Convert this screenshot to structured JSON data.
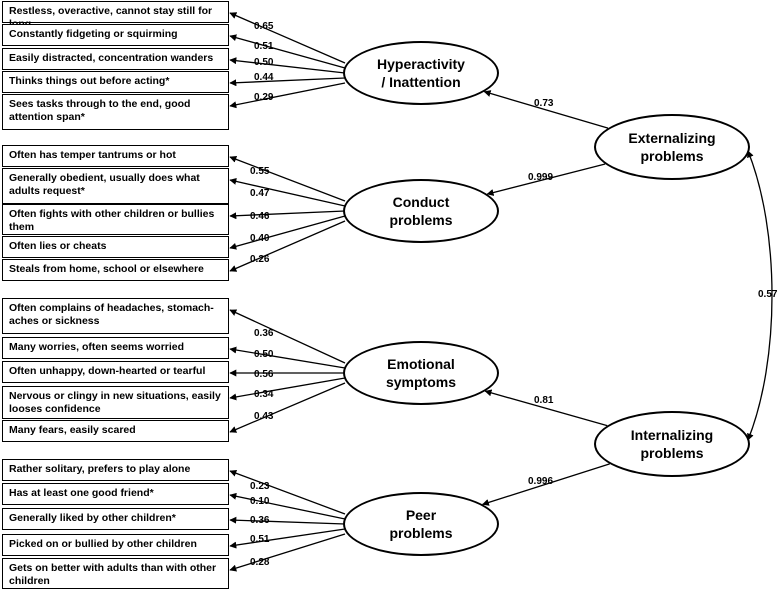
{
  "factors": [
    {
      "name": "Hyperactivity\n/ Inattention",
      "items": [
        {
          "text": "Restless, overactive, cannot stay still for long",
          "loading": "0.65"
        },
        {
          "text": "Constantly fidgeting or squirming",
          "loading": "0.51"
        },
        {
          "text": "Easily distracted, concentration wanders",
          "loading": "0.50"
        },
        {
          "text": "Thinks things out before acting*",
          "loading": "0.44"
        },
        {
          "text": "Sees tasks through to the end, good attention span*",
          "loading": "0.29"
        }
      ]
    },
    {
      "name": "Conduct\nproblems",
      "items": [
        {
          "text": "Often has temper tantrums or hot",
          "loading": "0.55"
        },
        {
          "text": "Generally obedient, usually does what adults request*",
          "loading": "0.47"
        },
        {
          "text": "Often fights with other children or bullies them",
          "loading": "0.46"
        },
        {
          "text": "Often lies or cheats",
          "loading": "0.40"
        },
        {
          "text": "Steals from home, school or elsewhere",
          "loading": "0.26"
        }
      ]
    },
    {
      "name": "Emotional\nsymptoms",
      "items": [
        {
          "text": "Often complains of headaches, stomach-aches or sickness",
          "loading": "0.36"
        },
        {
          "text": "Many worries, often seems worried",
          "loading": "0.50"
        },
        {
          "text": "Often unhappy, down-hearted or tearful",
          "loading": "0.56"
        },
        {
          "text": "Nervous or clingy in new situations, easily looses confidence",
          "loading": "0.34"
        },
        {
          "text": "Many fears, easily scared",
          "loading": "0.43"
        }
      ]
    },
    {
      "name": "Peer\nproblems",
      "items": [
        {
          "text": "Rather solitary, prefers to play alone",
          "loading": "0.23"
        },
        {
          "text": "Has at least one good friend*",
          "loading": "0.10"
        },
        {
          "text": "Generally liked by other children*",
          "loading": "0.36"
        },
        {
          "text": "Picked on or bullied by other children",
          "loading": "0.51"
        },
        {
          "text": "Gets on better with adults than with other children",
          "loading": "0.28"
        }
      ]
    }
  ],
  "higher": [
    {
      "name": "Externalizing\nproblems",
      "loadings": [
        "0.73",
        "0.999"
      ]
    },
    {
      "name": "Internalizing\nproblems",
      "loadings": [
        "0.81",
        "0.996"
      ]
    }
  ],
  "correlation": "0.57"
}
